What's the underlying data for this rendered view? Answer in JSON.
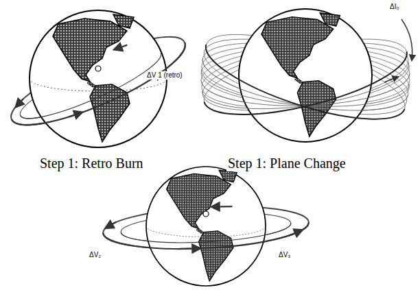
{
  "diagram": {
    "labels": [
      "ΔV 1 (retro)",
      "ΔI₀",
      "Step 1: Retro Burn",
      "Step 1: Plane Change",
      "ΔV₂",
      "ΔV₃"
    ]
  }
}
